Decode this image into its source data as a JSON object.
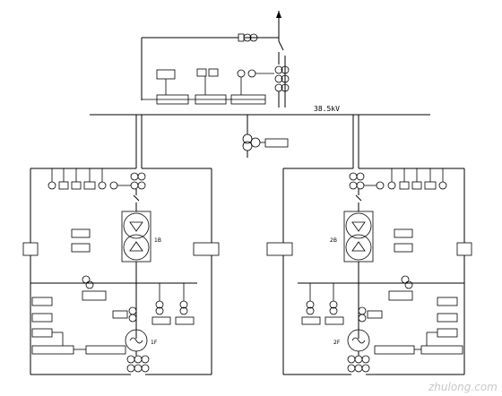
{
  "bus": {
    "voltage": "38.5kV"
  },
  "watermark": "zhulong.com",
  "units": {
    "left": {
      "transformer_id": "1B",
      "generator_id": "1F"
    },
    "right": {
      "transformer_id": "2B",
      "generator_id": "2F"
    }
  }
}
